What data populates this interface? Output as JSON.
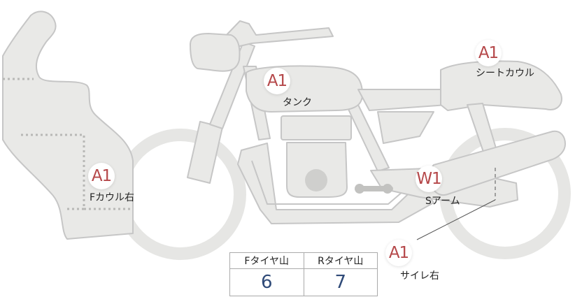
{
  "markers": [
    {
      "id": "f-cowl-right",
      "code": "A1",
      "label": "Fカウル右"
    },
    {
      "id": "tank",
      "code": "A1",
      "label": "タンク"
    },
    {
      "id": "seat-cowl",
      "code": "A1",
      "label": "シートカウル"
    },
    {
      "id": "swingarm",
      "code": "W1",
      "label": "Sアーム"
    },
    {
      "id": "silencer-right",
      "code": "A1",
      "label": "サイレ右"
    }
  ],
  "tread_table": {
    "front_header": "Fタイヤ山",
    "rear_header": "Rタイヤ山",
    "front_value": "6",
    "rear_value": "7"
  },
  "colors": {
    "part_fill": "#e9e9e7",
    "part_stroke": "#c4c4c4",
    "code_text": "#b5484a",
    "value_text": "#2f4a78"
  }
}
